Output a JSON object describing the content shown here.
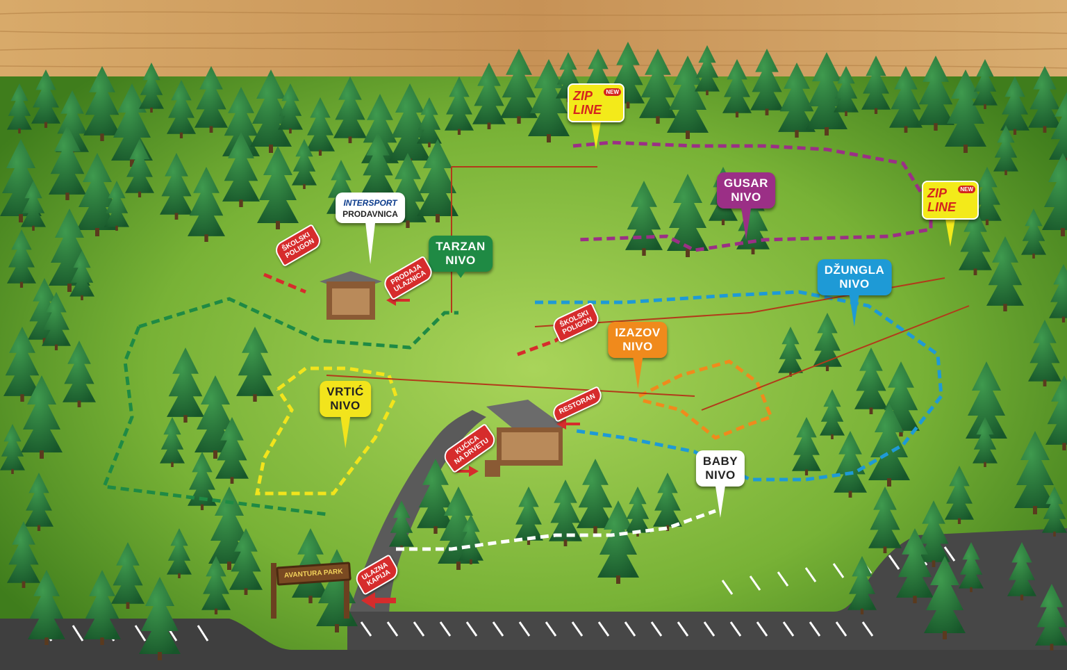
{
  "map": {
    "logo_sign": "AVANTURA PARK",
    "colors": {
      "tarzan": "#1f8a44",
      "gusar": "#9b2f86",
      "dzungla": "#1e9ad6",
      "izazov": "#f08a1c",
      "vrtic": "#f2e41c",
      "baby": "#ffffff",
      "skolski": "#d62c2c",
      "zipline": "#f3ea1a",
      "wood": "#c99a5e",
      "grass": "#79b536",
      "road": "#4a4a4a"
    }
  },
  "levels": {
    "tarzan": {
      "lines": [
        "TARZAN",
        "NIVO"
      ]
    },
    "gusar": {
      "lines": [
        "GUSAR",
        "NIVO"
      ]
    },
    "dzungla": {
      "lines": [
        "DŽUNGLA",
        "NIVO"
      ]
    },
    "izazov": {
      "lines": [
        "IZAZOV",
        "NIVO"
      ]
    },
    "vrtic": {
      "lines": [
        "VRTIĆ",
        "NIVO"
      ]
    },
    "baby": {
      "lines": [
        "BABY",
        "NIVO"
      ]
    }
  },
  "zipline": {
    "word1": "ZIP",
    "word2": "LINE",
    "badge": "NEW"
  },
  "shop": {
    "brand": "INTERSPORT",
    "label": "PRODAVNICA"
  },
  "tags": {
    "skolski_left": [
      "ŠKOLSKI",
      "POLIGON"
    ],
    "skolski_mid": [
      "ŠKOLSKI",
      "POLIGON"
    ],
    "prodaja": [
      "PRODAJA",
      "ULAZNICA"
    ],
    "restoran": [
      "RESTORAN"
    ],
    "kucica": [
      "KUĆICA",
      "NA DRVETU"
    ],
    "ulazna": [
      "ULAZNA",
      "KAPIJA"
    ]
  }
}
